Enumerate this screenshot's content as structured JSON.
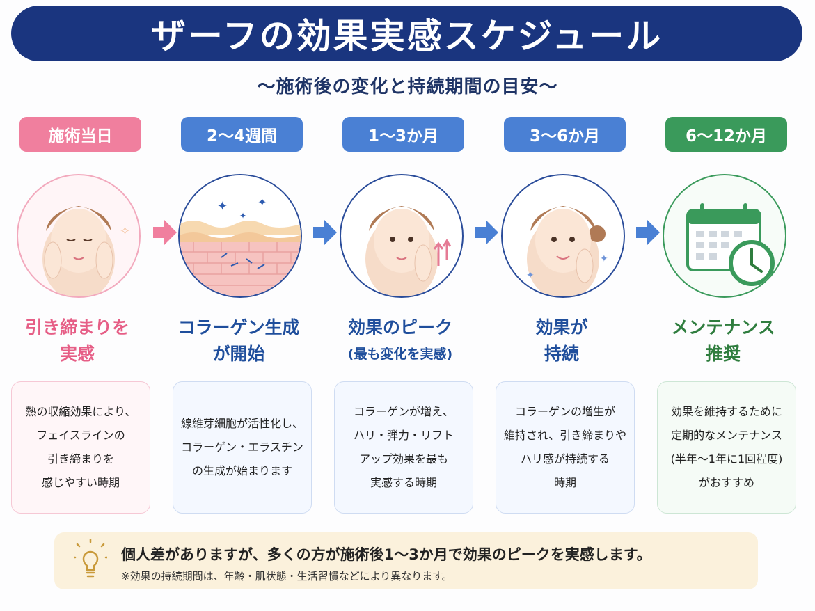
{
  "title": "ザーフの効果実感スケジュール",
  "subtitle": "〜施術後の変化と持続期間の目安〜",
  "colors": {
    "navy": "#1a357f",
    "pink": "#f07f9e",
    "blue": "#4a80d4",
    "green": "#3a9a5b",
    "heading_pink": "#e65e86",
    "heading_blue": "#1f4e9c",
    "heading_green": "#2f7d3e"
  },
  "steps": [
    {
      "badge": "施術当日",
      "heading_lines": [
        "引き締まりを",
        "実感"
      ],
      "heading_sub": "",
      "description": "熱の収縮効果により、\nフェイスラインの\n引き締まりを\n感じやすい時期",
      "icon": "face-hands-icon",
      "badge_color": "#f07f9e",
      "heading_color": "#e65e86"
    },
    {
      "badge": "2〜4週間",
      "heading_lines": [
        "コラーゲン生成",
        "が開始"
      ],
      "heading_sub": "",
      "description": "線維芽細胞が活性化し、\nコラーゲン・エラスチン\nの生成が始まります",
      "icon": "skin-layers-icon",
      "badge_color": "#4a80d4",
      "heading_color": "#1f4e9c"
    },
    {
      "badge": "1〜3か月",
      "heading_lines": [
        "効果のピーク"
      ],
      "heading_sub": "(最も変化を実感)",
      "description": "コラーゲンが増え、\nハリ・弾力・リフト\nアップ効果を最も\n実感する時期",
      "icon": "face-lift-icon",
      "badge_color": "#4a80d4",
      "heading_color": "#1f4e9c"
    },
    {
      "badge": "3〜6か月",
      "heading_lines": [
        "効果が",
        "持続"
      ],
      "heading_sub": "",
      "description": "コラーゲンの増生が\n維持され、引き締まりや\nハリ感が持続する\n時期",
      "icon": "face-sparkle-icon",
      "badge_color": "#4a80d4",
      "heading_color": "#1f4e9c"
    },
    {
      "badge": "6〜12か月",
      "heading_lines": [
        "メンテナンス",
        "推奨"
      ],
      "heading_sub": "",
      "description": "効果を維持するために\n定期的なメンテナンス\n(半年〜1年に1回程度)\nがおすすめ",
      "icon": "calendar-clock-icon",
      "badge_color": "#3a9a5b",
      "heading_color": "#2f7d3e"
    }
  ],
  "note": {
    "main": "個人差がありますが、多くの方が施術後1〜3か月で効果のピークを実感します。",
    "sub": "※効果の持続期間は、年齢・肌状態・生活習慣などにより異なります。",
    "icon": "lightbulb-icon"
  }
}
